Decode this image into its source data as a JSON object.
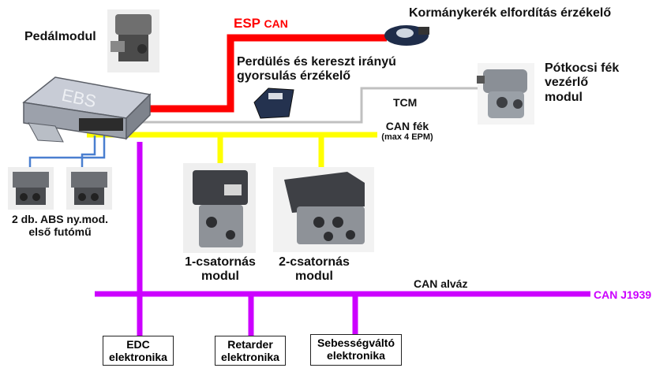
{
  "labels": {
    "pedal_module": "Pedálmodul",
    "esp_can_bold": "ESP",
    "esp_can_small": "CAN",
    "steering_sensor": "Kormánykerék elfordítás érzékelő",
    "yaw_sensor_line1": "Perdülés és kereszt irányú",
    "yaw_sensor_line2": "gyorsulás érzékelő",
    "trailer_control_line1": "Pótkocsi fék",
    "trailer_control_line2": "vezérlő",
    "trailer_control_line3": "modul",
    "tcm": "TCM",
    "can_brake": "CAN fék",
    "can_brake_note": "(max 4 EPM)",
    "abs_line1": "2 db. ABS ny.mod.",
    "abs_line2": "első futómű",
    "one_channel_line1": "1-csatornás",
    "one_channel_line2": "modul",
    "two_channel_line1": "2-csatornás",
    "two_channel_line2": "modul",
    "can_chassis": "CAN alváz",
    "can_j1939": "CAN J1939",
    "ebs_text": "EBS"
  },
  "boxes": {
    "edc_line1": "EDC",
    "edc_line2": "elektronika",
    "retarder_line1": "Retarder",
    "retarder_line2": "elektronika",
    "gearbox_line1": "Sebességváltó",
    "gearbox_line2": "elektronika"
  },
  "colors": {
    "esp_can": "#ff0000",
    "can_brake": "#ffff00",
    "tcm": "#c0c0c0",
    "can_chassis": "#cc00ff",
    "abs_wire": "#4a7fd0",
    "j1939_label": "#cc00ff"
  }
}
